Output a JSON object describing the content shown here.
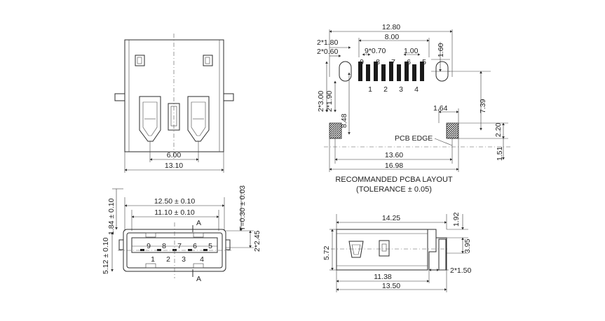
{
  "caption": {
    "line1": "RECOMMANDED PCBA LAYOUT",
    "line2": "(TOLERANCE ± 0.05)"
  },
  "top_view": {
    "dim_inner": "6.00",
    "dim_outer": "13.10"
  },
  "pcb_layout": {
    "dim_total_top": "12.80",
    "dim_pitch_span": "8.00",
    "dim_2x180": "2*1.80",
    "dim_2x060": "2*0.60",
    "dim_9x070": "9*0.70",
    "dim_100": "1.00",
    "dim_160": "1.60",
    "dim_2x300": "2*3.00",
    "dim_2x190": "2*1.90",
    "dim_848": "8.48",
    "dim_739": "7.39",
    "dim_164": "1.64",
    "dim_220": "2.20",
    "dim_151": "1.51",
    "dim_1360": "13.60",
    "dim_1698": "16.98",
    "pcb_edge": "PCB EDGE",
    "top_pins": [
      "9",
      "8",
      "7",
      "6",
      "5"
    ],
    "bottom_pins": [
      "1",
      "2",
      "3",
      "4"
    ]
  },
  "front_view": {
    "dim_1250": "12.50 ± 0.10",
    "dim_1110": "11.10 ± 0.10",
    "dim_184": "1.84 ± 0.10",
    "dim_512": "5.12 ± 0.10",
    "dim_t": "T=0.30 ± 0.03",
    "dim_245": "2*2.45",
    "section_mark": "A",
    "top_pins": [
      "9",
      "8",
      "7",
      "6",
      "5"
    ],
    "bottom_pins": [
      "1",
      "2",
      "3",
      "4"
    ]
  },
  "side_view": {
    "dim_1425": "14.25",
    "dim_192": "1.92",
    "dim_395": "3.95",
    "dim_572": "5.72",
    "dim_2x150": "2*1.50",
    "dim_1138": "11.38",
    "dim_1350": "13.50"
  }
}
